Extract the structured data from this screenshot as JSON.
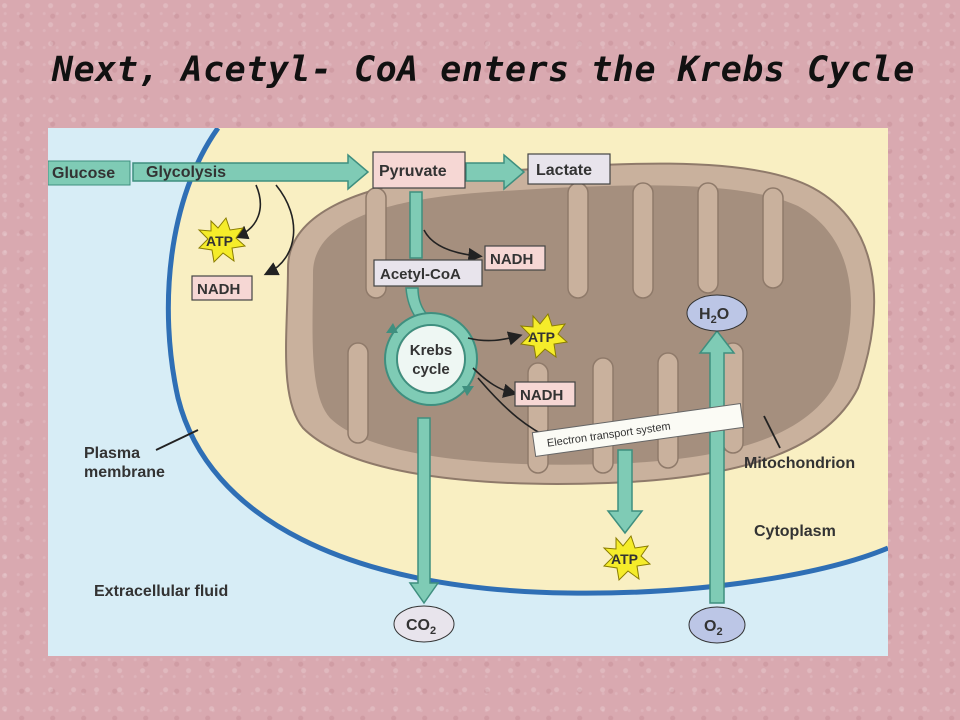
{
  "slide": {
    "title": "Next, Acetyl- CoA enters the Krebs Cycle"
  },
  "diagram": {
    "nodes": {
      "glucose": "Glucose",
      "glycolysis": "Glycolysis",
      "pyruvate": "Pyruvate",
      "lactate": "Lactate",
      "atp_glycolysis": "ATP",
      "nadh_glycolysis": "NADH",
      "nadh_pyruvate": "NADH",
      "acetyl_coa": "Acetyl-CoA",
      "krebs_line1": "Krebs",
      "krebs_line2": "cycle",
      "atp_krebs": "ATP",
      "nadh_krebs": "NADH",
      "ets": "Electron transport system",
      "atp_ets": "ATP",
      "h2o": "H",
      "h2o_sub": "2",
      "h2o_end": "O",
      "o2": "O",
      "o2_sub": "2",
      "co2": "CO",
      "co2_sub": "2"
    },
    "labels": {
      "plasma_1": "Plasma",
      "plasma_2": "membrane",
      "mitochondrion": "Mitochondrion",
      "cytoplasm": "Cytoplasm",
      "extracellular": "Extracellular fluid"
    },
    "colors": {
      "extracellular": "#d7edf6",
      "cytoplasm": "#f9efc2",
      "membrane": "#2f6fb5",
      "mito_outer": "#c9b19d",
      "mito_inner": "#a58f7e",
      "arrow": "#7fcbb5",
      "atp_star": "#f5ec2a",
      "box": "#f6d7d4",
      "gas": "#bcc6e6"
    }
  }
}
